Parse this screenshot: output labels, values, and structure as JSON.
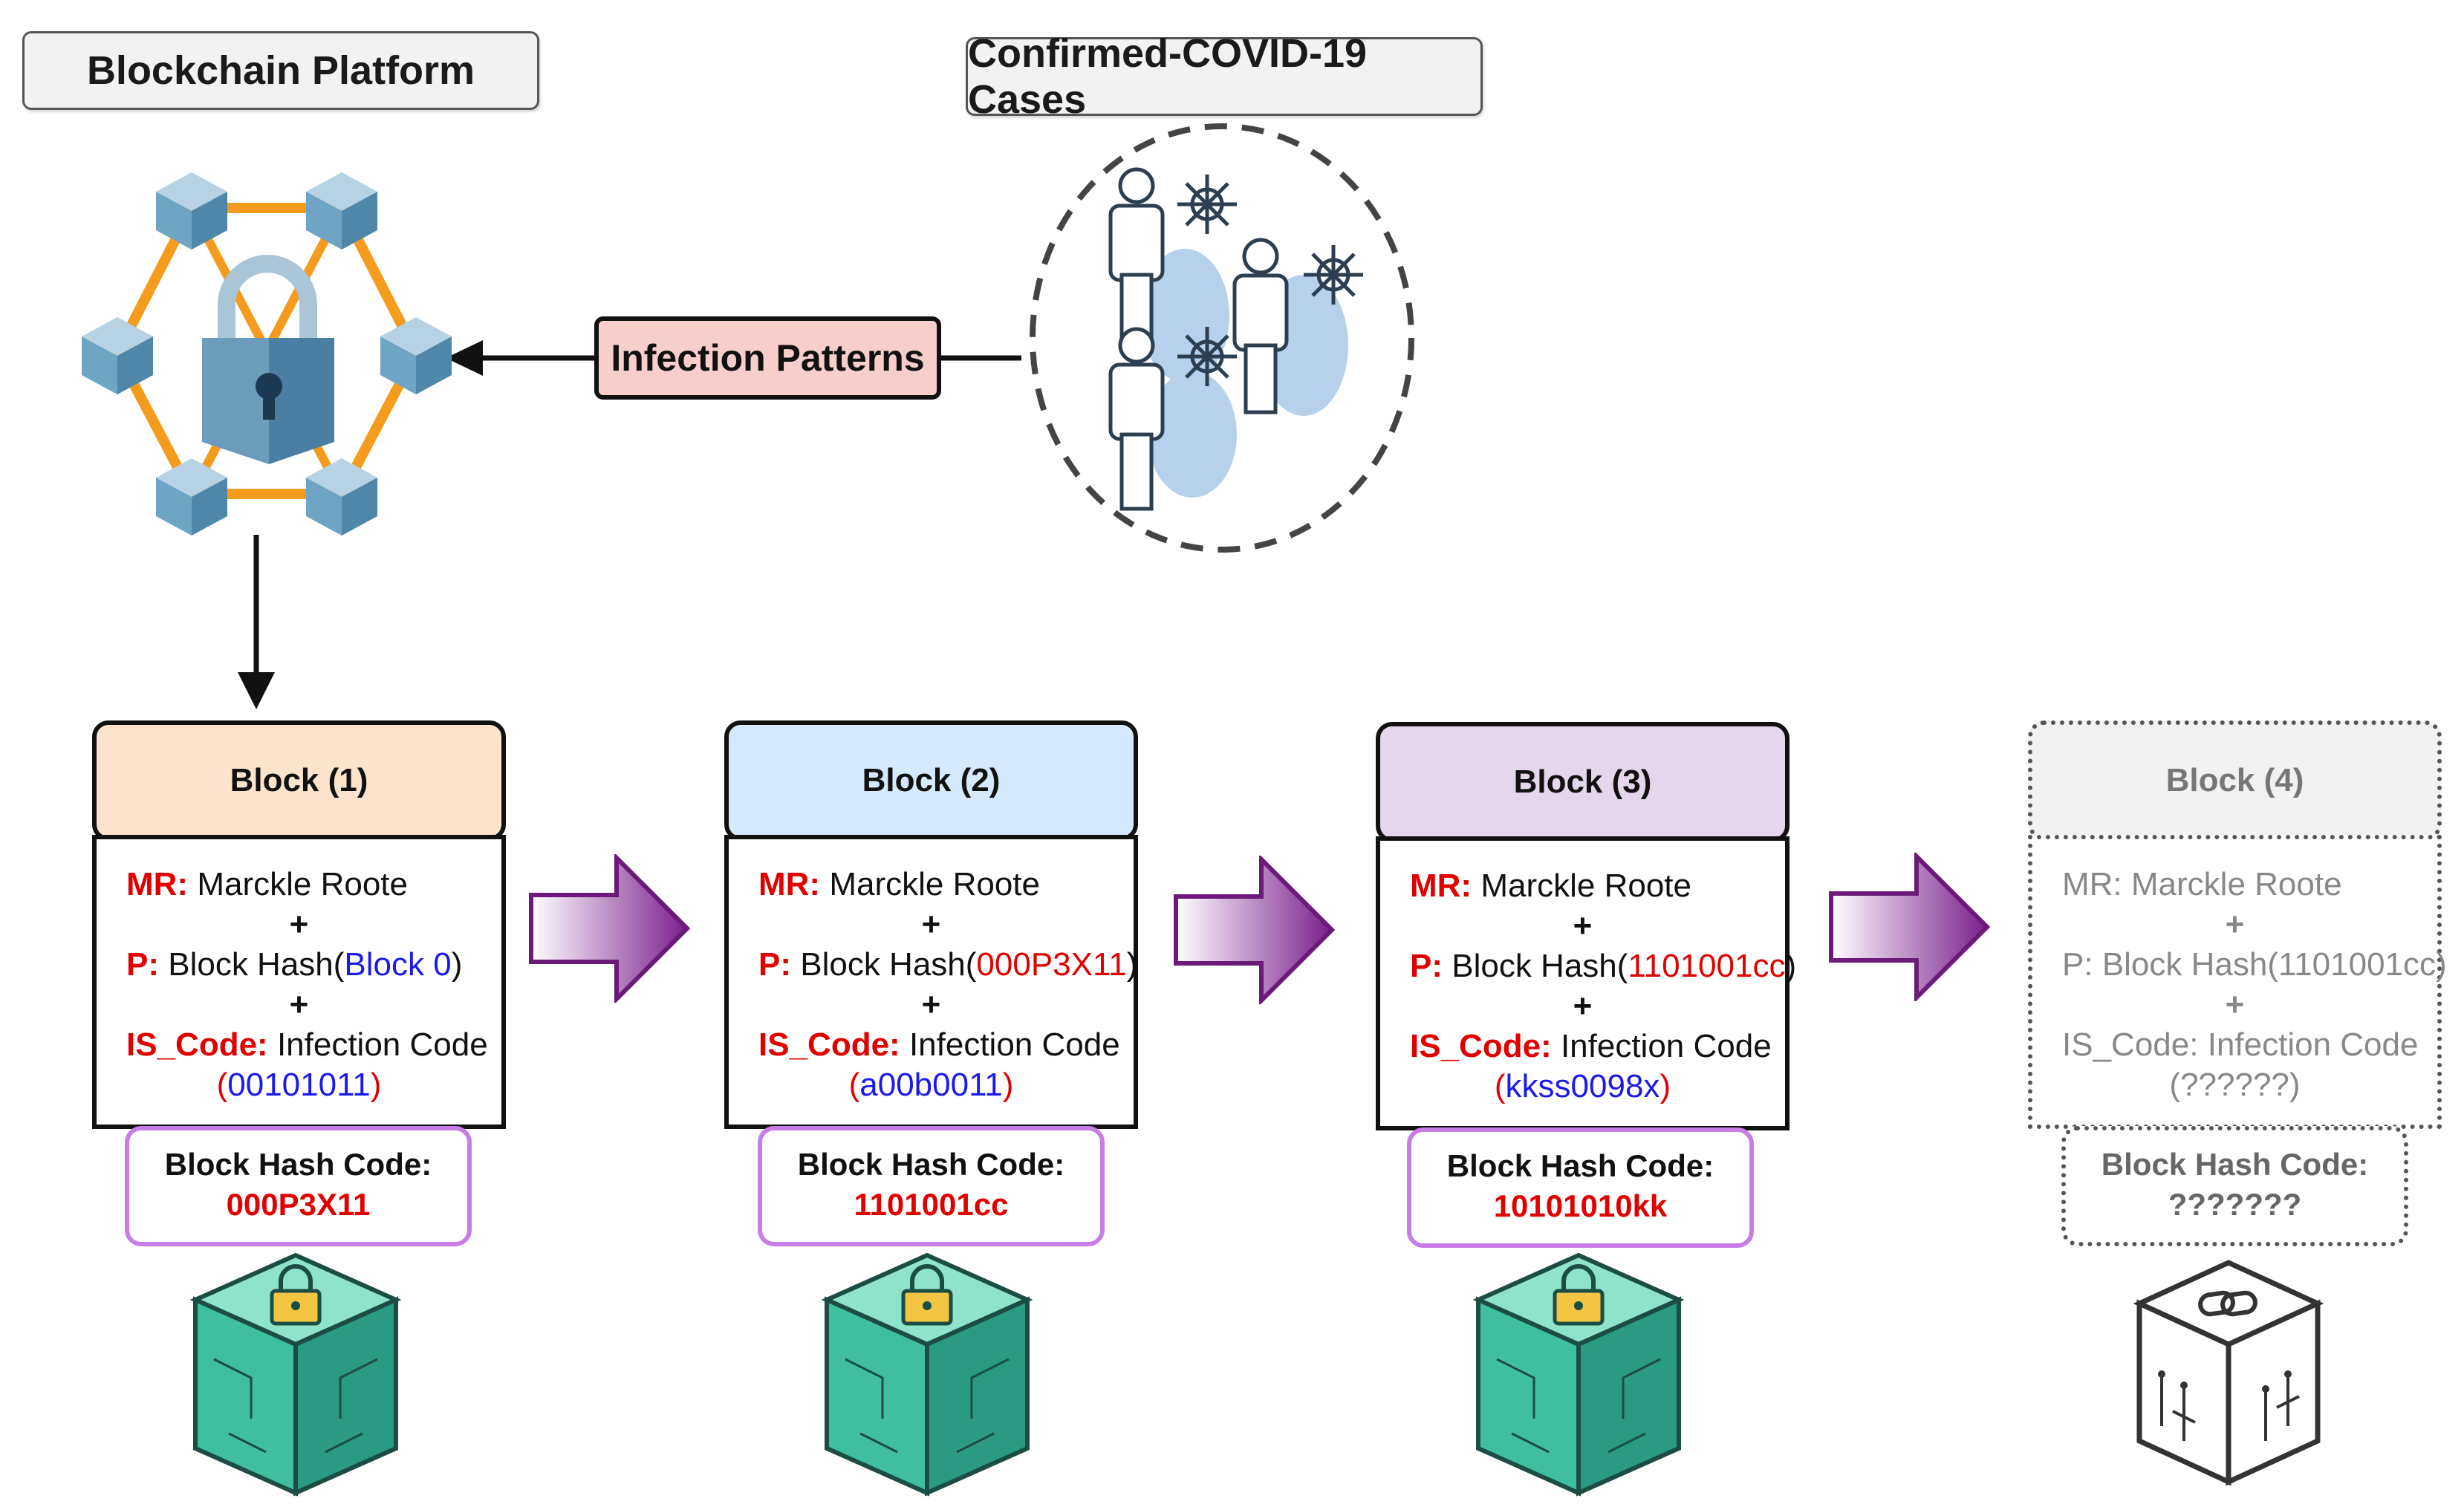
{
  "header": {
    "platform_title": "Blockchain Platform",
    "cases_title": "Confirmed-COVID-19 Cases",
    "infection_label": "Infection Patterns"
  },
  "blocks": [
    {
      "title": "Block (1)",
      "mr_label": "MR:",
      "mr_text": "Marckle Roote",
      "plus1": "+",
      "p_label": "P:",
      "p_text_pre": "Block Hash(",
      "p_value": "Block 0",
      "p_text_post": ")",
      "plus2": "+",
      "is_label": "IS_Code:",
      "is_text": "Infection Code",
      "code_open": "(",
      "code_value": "00101011",
      "code_close": ")",
      "hash_title": "Block Hash Code:",
      "hash_value": "000P3X11"
    },
    {
      "title": "Block (2)",
      "mr_label": "MR:",
      "mr_text": "Marckle Roote",
      "plus1": "+",
      "p_label": "P:",
      "p_text_pre": "Block Hash(",
      "p_value": "000P3X11",
      "p_text_post": ")",
      "plus2": "+",
      "is_label": "IS_Code:",
      "is_text": "Infection Code",
      "code_open": "(",
      "code_value": "a00b0011",
      "code_close": ")",
      "hash_title": "Block Hash Code:",
      "hash_value": "1101001cc"
    },
    {
      "title": "Block (3)",
      "mr_label": "MR:",
      "mr_text": "Marckle Roote",
      "plus1": "+",
      "p_label": "P:",
      "p_text_pre": "Block Hash(",
      "p_value": "1101001cc",
      "p_text_post": ")",
      "plus2": "+",
      "is_label": "IS_Code:",
      "is_text": "Infection Code",
      "code_open": "(",
      "code_value": "kkss0098x",
      "code_close": ")",
      "hash_title": "Block Hash Code:",
      "hash_value": "10101010kk"
    },
    {
      "title": "Block (4)",
      "mr_label": "MR:",
      "mr_text": "Marckle Roote",
      "plus1": "+",
      "p_label": "P:",
      "p_text_pre": "Block Hash(",
      "p_value": "1101001cc",
      "p_text_post": ")",
      "plus2": "+",
      "is_label": "IS_Code:",
      "is_text": "Infection Code",
      "code_open": "(",
      "code_value": "??????",
      "code_close": ")",
      "hash_title": "Block Hash Code:",
      "hash_value": "???????"
    }
  ],
  "colors": {
    "block1_header": "#fce4cc",
    "block2_header": "#d6e8fb",
    "block3_header": "#e6d6ec",
    "block4_header": "#f2f2f2",
    "label_red": "#e00000",
    "value_blue": "#1a1aee",
    "hash_border": "#c77ce6",
    "arrow_purple": "#7a1f8c",
    "network_orange": "#f59b1d",
    "cube_teal": "#3fbfa0"
  },
  "icons": {
    "network": "blockchain-network-lock-icon",
    "people": "infected-people-icon",
    "virus": "virus-icon",
    "cube_locked": "locked-block-cube-icon",
    "cube_chain": "chain-link-cube-icon"
  }
}
